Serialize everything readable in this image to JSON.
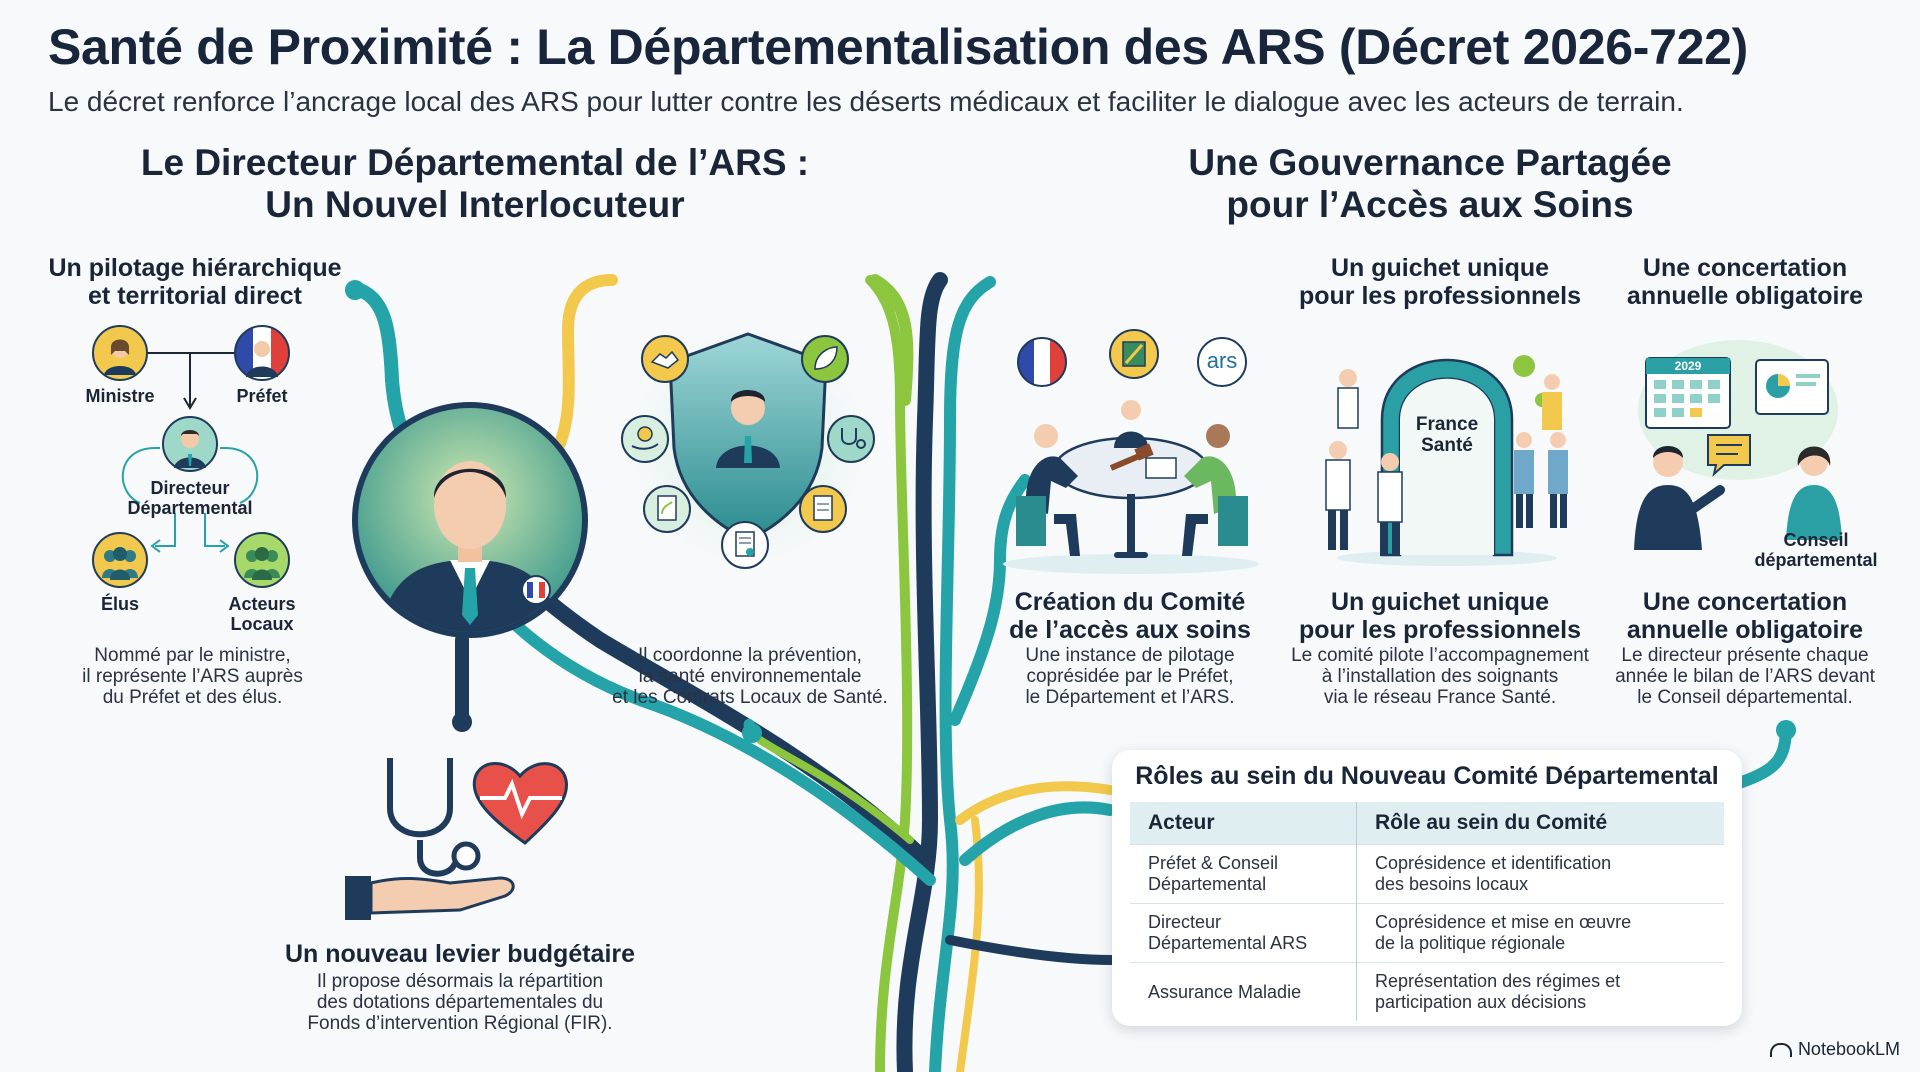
{
  "header": {
    "title": "Santé de Proximité : La Départementalisation des ARS (Décret 2026-722)",
    "subtitle": "Le décret renforce l’ancrage local des ARS pour lutter contre les déserts médicaux et faciliter le dialogue avec les acteurs de terrain."
  },
  "left": {
    "heading_line1": "Le Directeur Départemental de l’ARS :",
    "heading_line2": "Un Nouvel Interlocuteur",
    "pilotage": {
      "title_line1": "Un pilotage hiérarchique",
      "title_line2": "et territorial direct",
      "ministre": "Ministre",
      "prefet": "Préfet",
      "directeur_line1": "Directeur",
      "directeur_line2": "Départemental",
      "elus": "Élus",
      "acteurs_line1": "Acteurs",
      "acteurs_line2": "Locaux",
      "text_line1": "Nommé par le ministre,",
      "text_line2": "il représente l’ARS auprès",
      "text_line3": "du Préfet et des élus."
    },
    "coordination": {
      "text_line1": "Il coordonne la prévention,",
      "text_line2": "la santé environnementale",
      "text_line3": "et les Contrats Locaux de Santé."
    },
    "budget": {
      "title": "Un nouveau levier budgétaire",
      "text_line1": "Il propose désormais la répartition",
      "text_line2": "des dotations départementales du",
      "text_line3": "Fonds d’intervention Régional (FIR)."
    }
  },
  "right": {
    "heading_line1": "Une Gouvernance Partagée",
    "heading_line2": "pour l’Accès aux Soins",
    "guichet_top": {
      "line1": "Un guichet unique",
      "line2": "pour les professionnels"
    },
    "concertation_top": {
      "line1": "Une concertation",
      "line2": "annuelle obligatoire"
    },
    "ars_logo": "ars",
    "arch_label_line1": "France",
    "arch_label_line2": "Santé",
    "calendar_year": "2029",
    "conseil_label_line1": "Conseil",
    "conseil_label_line2": "départemental",
    "comite": {
      "title_line1": "Création du Comité",
      "title_line2": "de l’accès aux soins",
      "text_line1": "Une instance de pilotage",
      "text_line2": "coprésidée par le Préfet,",
      "text_line3": "le Département et l’ARS."
    },
    "guichet": {
      "title_line1": "Un guichet unique",
      "title_line2": "pour les professionnels",
      "text_line1": "Le comité pilote l’accompagnement",
      "text_line2": "à l’installation des soignants",
      "text_line3": "via le réseau France Santé."
    },
    "concertation": {
      "title_line1": "Une concertation",
      "title_line2": "annuelle obligatoire",
      "text_line1": "Le directeur présente chaque",
      "text_line2": "année le bilan de l’ARS devant",
      "text_line3": "le Conseil départemental."
    }
  },
  "roles_table": {
    "title": "Rôles au sein du Nouveau Comité Départemental",
    "headers": [
      "Acteur",
      "Rôle au sein du Comité"
    ],
    "rows": [
      {
        "actor_line1": "Préfet & Conseil",
        "actor_line2": "Départemental",
        "role_line1": "Coprésidence et identification",
        "role_line2": "des besoins locaux"
      },
      {
        "actor_line1": "Directeur",
        "actor_line2": "Départemental ARS",
        "role_line1": "Coprésidence et mise en œuvre",
        "role_line2": "de la politique régionale"
      },
      {
        "actor_line1": "Assurance Maladie",
        "actor_line2": "",
        "role_line1": "Représentation des régimes et",
        "role_line2": "participation aux décisions"
      }
    ]
  },
  "brand": "NotebookLM",
  "colors": {
    "navy": "#1f3b5c",
    "teal": "#24a3a8",
    "green": "#8cc63f",
    "yellow": "#f2c94c",
    "title": "#19253a"
  }
}
